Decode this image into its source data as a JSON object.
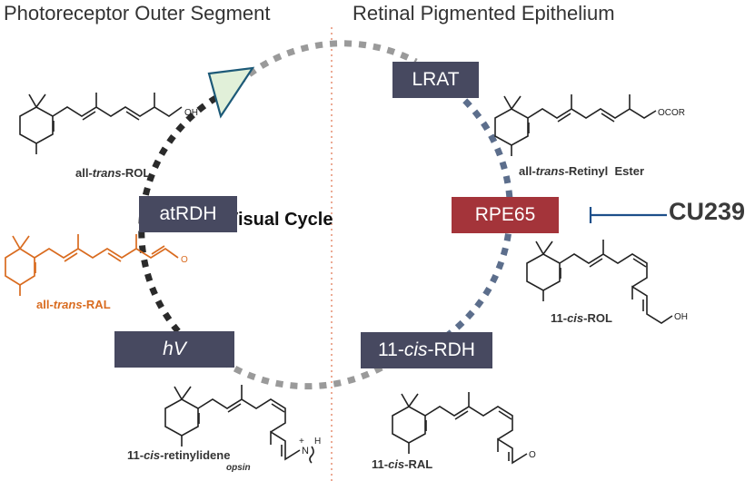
{
  "regions": {
    "left": "Photoreceptor Outer Segment",
    "right": "Retinal Pigmented Epithelium"
  },
  "cycle_title": "Visual Cycle",
  "enzymes": {
    "lrat": "LRAT",
    "atrdh": "atRDH",
    "rpe65": "RPE65",
    "hv": "hV",
    "cis_rdh": {
      "prefix": "11-",
      "italic": "cis",
      "suffix": "-RDH"
    }
  },
  "inhibitor": "CU239",
  "molecules": {
    "all_trans_rol": {
      "prefix": "all-",
      "italic": "trans",
      "suffix": "-ROL",
      "group": "OH"
    },
    "all_trans_retinyl_ester": {
      "prefix": "all-",
      "italic": "trans",
      "suffix": "-Retinyl  Ester",
      "group": "OCOR"
    },
    "all_trans_ral": {
      "prefix": "all-",
      "italic": "trans",
      "suffix": "-RAL",
      "group": "O"
    },
    "cis_rol": {
      "prefix": "11-",
      "italic": "cis",
      "suffix": "-ROL",
      "group": "OH"
    },
    "cis_retinylidene": {
      "prefix": "11-",
      "italic": "cis",
      "suffix": "-retinylidene",
      "n_label": "N",
      "h_label": "H",
      "plus": "+",
      "opsin": "opsin"
    },
    "cis_ral": {
      "prefix": "11-",
      "italic": "cis",
      "suffix": "-RAL",
      "group": "O"
    }
  },
  "colors": {
    "enzyme_box": "#474960",
    "rpe65_box": "#a4343a",
    "dark_dots": "#2a2a2a",
    "gray_dots": "#9a9a9a",
    "blue_dots": "#5c6e8c",
    "divider": "#e8957a",
    "triangle_fill": "#e1f0d9",
    "triangle_stroke": "#1d5a78",
    "inhibitor_line": "#1d4f8a",
    "orange_molecule": "#d96b1f"
  }
}
